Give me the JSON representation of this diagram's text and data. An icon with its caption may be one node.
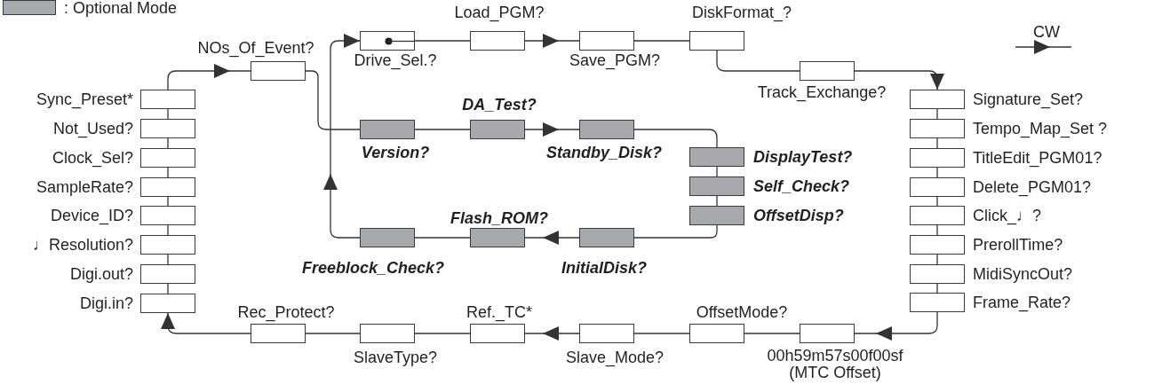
{
  "diagram": {
    "nodes": [
      {
        "text": [],
        "shape": "box",
        "beside": [
          "Sync_Preset*"
        ]
      },
      {
        "text": [],
        "shape": "box",
        "beside": [
          "Not_Used?"
        ]
      },
      {
        "text": [],
        "shape": "box",
        "beside": [
          "Clock_Sel?"
        ]
      },
      {
        "text": [],
        "shape": "box",
        "beside": [
          "SampleRate?"
        ]
      },
      {
        "text": [],
        "shape": "box",
        "beside": [
          "Device_ID?"
        ]
      },
      {
        "text": [],
        "shape": "box",
        "beside": [
          "♩Resolution?"
        ]
      },
      {
        "text": [],
        "shape": "box",
        "beside": [
          "Digi.out?"
        ]
      },
      {
        "text": [],
        "shape": "box",
        "beside": [
          "Digi.in?"
        ]
      },
      {
        "text": [],
        "shape": "box",
        "beside": [
          "NOs_Of_Event?"
        ]
      },
      {
        "text": [],
        "shape": "box",
        "beside": [
          "Drive_Sel.?"
        ]
      },
      {
        "text": [],
        "shape": "box",
        "beside": [
          "Load_PGM?"
        ]
      },
      {
        "text": [],
        "shape": "box",
        "beside": [
          "Save_PGM?"
        ]
      },
      {
        "text": [],
        "shape": "box",
        "beside": [
          "DiskFormat_?"
        ]
      },
      {
        "text": [],
        "shape": "box",
        "beside": [
          "Track_Exchange?"
        ]
      },
      {
        "text": [],
        "shape": "box",
        "beside": [
          "Signature_Set?"
        ]
      },
      {
        "text": [],
        "shape": "box",
        "beside": [
          "Tempo_Map_Set ?"
        ]
      },
      {
        "text": [],
        "shape": "box",
        "beside": [
          "TitleEdit_PGM01?"
        ]
      },
      {
        "text": [],
        "shape": "box",
        "beside": [
          "Delete_PGM01?"
        ]
      },
      {
        "text": [],
        "shape": "box",
        "beside": [
          "Click_♩?"
        ]
      },
      {
        "text": [],
        "shape": "box",
        "beside": [
          "PrerollTime?"
        ]
      },
      {
        "text": [],
        "shape": "box",
        "beside": [
          "MidiSyncOut?"
        ]
      },
      {
        "text": [],
        "shape": "box",
        "beside": [
          "Frame_Rate?"
        ]
      },
      {
        "text": [],
        "shape": "box",
        "beside": [
          "00h59m57s00f00sf",
          "(MTC Offset)"
        ]
      },
      {
        "text": [],
        "shape": "box",
        "beside": [
          "OffsetMode?"
        ]
      },
      {
        "text": [],
        "shape": "box",
        "beside": [
          "Slave_Mode?"
        ]
      },
      {
        "text": [],
        "shape": "box",
        "beside": [
          "Ref._TC*"
        ]
      },
      {
        "text": [],
        "shape": "box",
        "beside": [
          "SlaveType?"
        ]
      },
      {
        "text": [],
        "shape": "box",
        "beside": [
          "Rec_Protect?"
        ]
      },
      {
        "text": [],
        "shape": "box",
        "beside": [
          "Version?"
        ]
      },
      {
        "text": [],
        "shape": "box",
        "beside": [
          "DA_Test?"
        ]
      },
      {
        "text": [],
        "shape": "box",
        "beside": [
          "Standby_Disk?"
        ]
      },
      {
        "text": [],
        "shape": "box",
        "beside": [
          "DisplayTest?"
        ]
      },
      {
        "text": [],
        "shape": "box",
        "beside": [
          "Self_Check?"
        ]
      },
      {
        "text": [],
        "shape": "box",
        "beside": [
          "OffsetDisp?"
        ]
      },
      {
        "text": [],
        "shape": "box",
        "beside": [
          "InitialDisk?"
        ]
      },
      {
        "text": [],
        "shape": "box",
        "beside": [
          "Flash_ROM?"
        ]
      },
      {
        "text": [],
        "shape": "box",
        "beside": [
          "Freeblock_Check?"
        ]
      }
    ],
    "edges": [
      {
        "from": 9,
        "to": 10,
        "arrow": "none"
      },
      {
        "from": 10,
        "to": 11,
        "arrow": "to"
      },
      {
        "from": 11,
        "to": 12,
        "arrow": "none"
      },
      {
        "from": 12,
        "to": 13,
        "arrow": "none"
      },
      {
        "from": 13,
        "to": 14,
        "arrow": "to"
      },
      {
        "from": 14,
        "to": 15,
        "arrow": "none"
      },
      {
        "from": 15,
        "to": 16,
        "arrow": "none"
      },
      {
        "from": 16,
        "to": 17,
        "arrow": "none"
      },
      {
        "from": 17,
        "to": 18,
        "arrow": "none"
      },
      {
        "from": 18,
        "to": 19,
        "arrow": "none"
      },
      {
        "from": 19,
        "to": 20,
        "arrow": "none"
      },
      {
        "from": 20,
        "to": 21,
        "arrow": "none"
      },
      {
        "from": 21,
        "to": 22,
        "arrow": "to"
      },
      {
        "from": 22,
        "to": 23,
        "arrow": "none"
      },
      {
        "from": 23,
        "to": 24,
        "arrow": "none"
      },
      {
        "from": 24,
        "to": 25,
        "arrow": "to"
      },
      {
        "from": 25,
        "to": 26,
        "arrow": "none"
      },
      {
        "from": 26,
        "to": 27,
        "arrow": "none"
      },
      {
        "from": 27,
        "to": 7,
        "arrow": "to"
      },
      {
        "from": 7,
        "to": 6,
        "arrow": "none"
      },
      {
        "from": 6,
        "to": 5,
        "arrow": "none"
      },
      {
        "from": 5,
        "to": 4,
        "arrow": "none"
      },
      {
        "from": 4,
        "to": 3,
        "arrow": "none"
      },
      {
        "from": 3,
        "to": 2,
        "arrow": "none"
      },
      {
        "from": 2,
        "to": 1,
        "arrow": "none"
      },
      {
        "from": 1,
        "to": 0,
        "arrow": "none"
      },
      {
        "from": 0,
        "to": 8,
        "arrow": "to"
      },
      {
        "from": 8,
        "to": 28,
        "arrow": "none"
      },
      {
        "from": 28,
        "to": 29,
        "arrow": "none"
      },
      {
        "from": 29,
        "to": 30,
        "arrow": "to"
      },
      {
        "from": 30,
        "to": 31,
        "arrow": "none"
      },
      {
        "from": 31,
        "to": 32,
        "arrow": "none"
      },
      {
        "from": 32,
        "to": 33,
        "arrow": "none"
      },
      {
        "from": 33,
        "to": 34,
        "arrow": "none"
      },
      {
        "from": 34,
        "to": 35,
        "arrow": "to"
      },
      {
        "from": 35,
        "to": 36,
        "arrow": "none"
      },
      {
        "from": 36,
        "to": 9,
        "arrow": "to"
      }
    ],
    "labels": [
      "CW"
    ],
    "legend": [
      {
        "text": ": Optional Mode",
        "color": "#a7a9ac"
      }
    ]
  }
}
